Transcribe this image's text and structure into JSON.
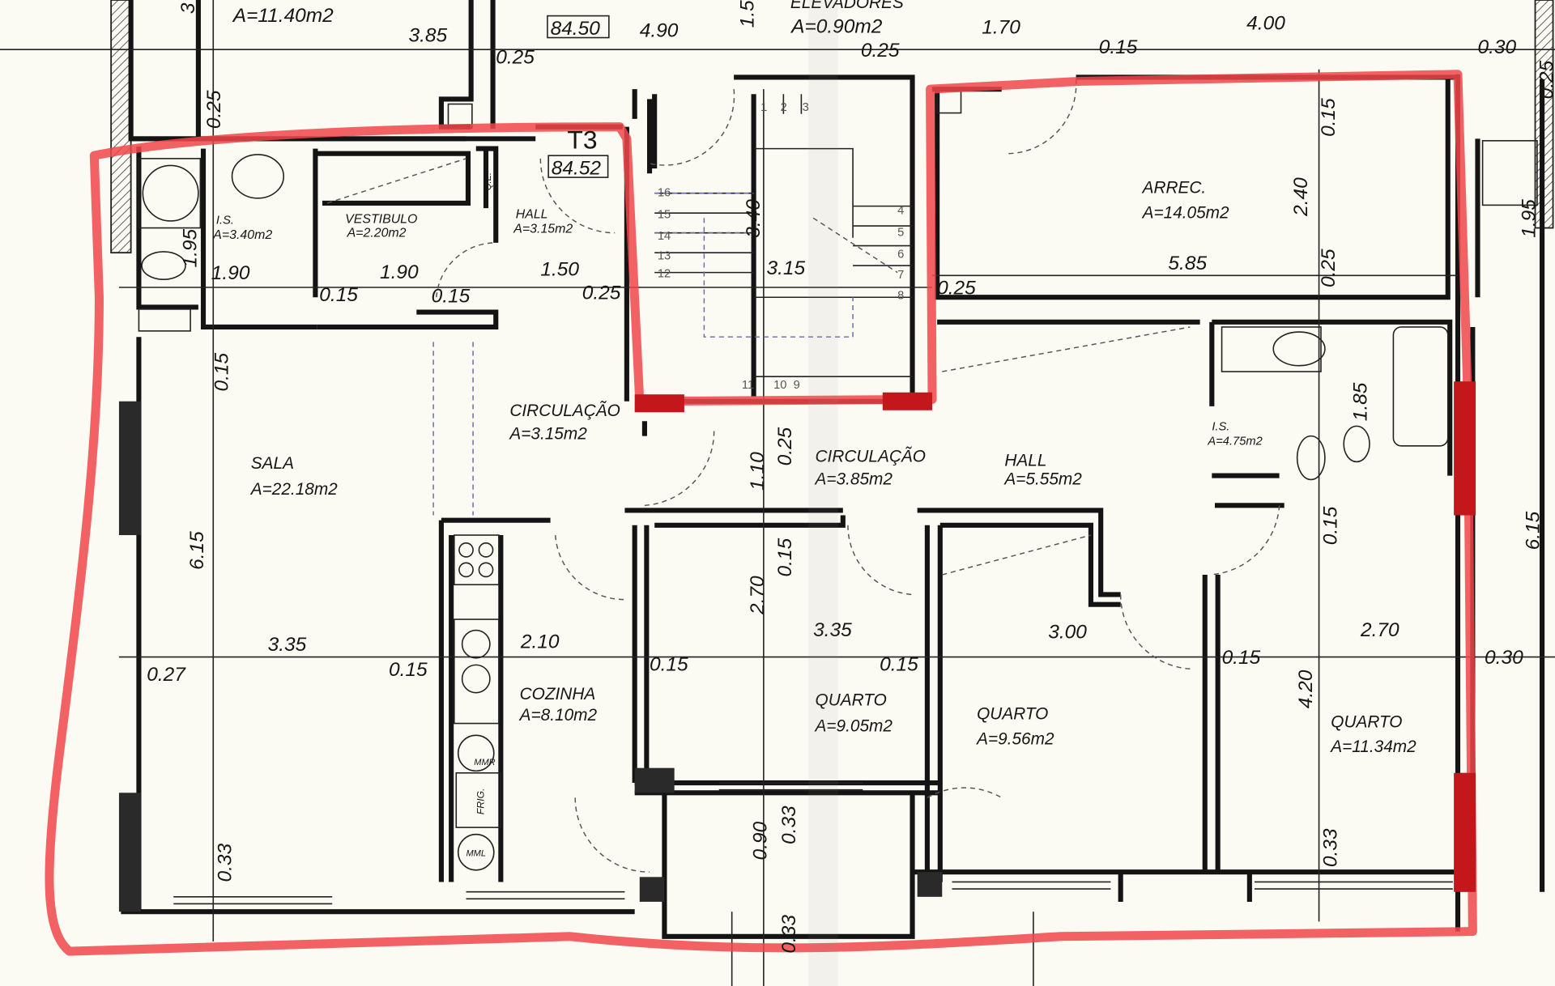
{
  "plan": {
    "unit_tag": "T3",
    "unit_area_box": "84.52",
    "neighbor_area_box": "84.50",
    "annotation_color": "#f0464a",
    "rooms": [
      {
        "name": "",
        "area": "A=11.40m2"
      },
      {
        "name": "ELEVADORES",
        "area": "A=0.90m2"
      },
      {
        "name": "I.S.",
        "area": "A=3.40m2"
      },
      {
        "name": "VESTIBULO",
        "area": "A=2.20m2"
      },
      {
        "name": "HALL",
        "area": "A=3.15m2"
      },
      {
        "name": "ARREC.",
        "area": "A=14.05m2"
      },
      {
        "name": "SALA",
        "area": "A=22.18m2"
      },
      {
        "name": "CIRCULAÇÃO",
        "area": "A=3.15m2"
      },
      {
        "name": "CIRCULAÇÃO",
        "area": "A=3.85m2"
      },
      {
        "name": "HALL",
        "area": "A=5.55m2"
      },
      {
        "name": "I.S.",
        "area": "A=4.75m2"
      },
      {
        "name": "COZINHA",
        "area": "A=8.10m2"
      },
      {
        "name": "QUARTO",
        "area": "A=9.05m2"
      },
      {
        "name": "QUARTO",
        "area": "A=9.56m2"
      },
      {
        "name": "QUARTO",
        "area": "A=11.34m2"
      }
    ],
    "dimensions": [
      "3.85",
      "4.90",
      "0.25",
      "1.5",
      "0.25",
      "1.70",
      "0.15",
      "4.00",
      "0.30",
      "0.25",
      "0.25",
      "1.95",
      "1.90",
      "1.90",
      "1.50",
      "0.15",
      "0.15",
      "0.25",
      "3.40",
      "3.15",
      "2.40",
      "0.15",
      "5.85",
      "0.25",
      "0.25",
      "1.95",
      "0.15",
      "1.10",
      "0.25",
      "1.85",
      "6.15",
      "6.15",
      "2.70",
      "0.15",
      "0.15",
      "3.35",
      "0.27",
      "0.15",
      "2.10",
      "0.15",
      "3.35",
      "0.15",
      "3.00",
      "0.15",
      "2.70",
      "0.30",
      "4.20",
      "0.33",
      "0.90",
      "0.33",
      "0.33",
      "0.33",
      "3"
    ],
    "stair_steps": [
      "1",
      "2",
      "3",
      "4",
      "5",
      "6",
      "7",
      "8",
      "9",
      "10",
      "11",
      "12",
      "13",
      "14",
      "15",
      "16"
    ],
    "appliances": {
      "fridge": "FRIG.",
      "washer": "MML",
      "dryer": "MMR",
      "electric_panel": "Q.E."
    }
  }
}
